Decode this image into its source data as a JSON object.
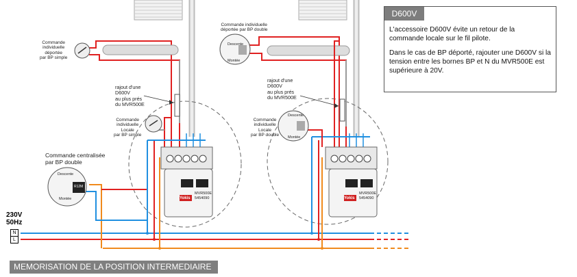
{
  "note": {
    "title": "D600V",
    "paragraph1": "L'accessoire D600V évite un retour de la commande locale sur le fil pilote.",
    "paragraph2": "Dans le cas de BP déporté, rajouter une D600V si la tension entre les bornes BP et N du MVR500E est supérieure à 20V."
  },
  "section_title": "MEMORISATION DE LA POSITION INTERMEDIAIRE",
  "supply": {
    "voltage": "230V",
    "frequency": "50Hz",
    "neutral": "N",
    "line": "L"
  },
  "left": {
    "remote_simple": [
      "Commande",
      "individuelle",
      "déportée",
      "par BP simple"
    ],
    "d600v_note": [
      "rajout d'une",
      "D600V",
      "au plus prés",
      "du MVR500E"
    ],
    "local_simple": [
      "Commande",
      "individuelle",
      "Locale",
      "par BP simple"
    ],
    "central": [
      "Commande centralisée",
      "par BP double"
    ],
    "central_up": "Montée",
    "central_down": "Descente",
    "central_box": "R12M"
  },
  "right": {
    "remote_double": [
      "Commande individuelle",
      "déportée par BP double"
    ],
    "d600v_note": [
      "rajout d'une",
      "D600V",
      "au plus prés",
      "du MVR500E"
    ],
    "local_double": [
      "Commande",
      "individuelle",
      "Locale",
      "par BP double"
    ],
    "up": "Montée",
    "down": "Descente"
  },
  "module": {
    "brand": "Yokis",
    "model": "MVR500E",
    "ref": "5454090",
    "d600v": "D600V"
  },
  "colors": {
    "phase": "#e02020",
    "neutral": "#1f8fe0",
    "pilot": "#f08a1c",
    "grey_wire": "#9a9a9a",
    "dashed_circle": "#666666"
  }
}
